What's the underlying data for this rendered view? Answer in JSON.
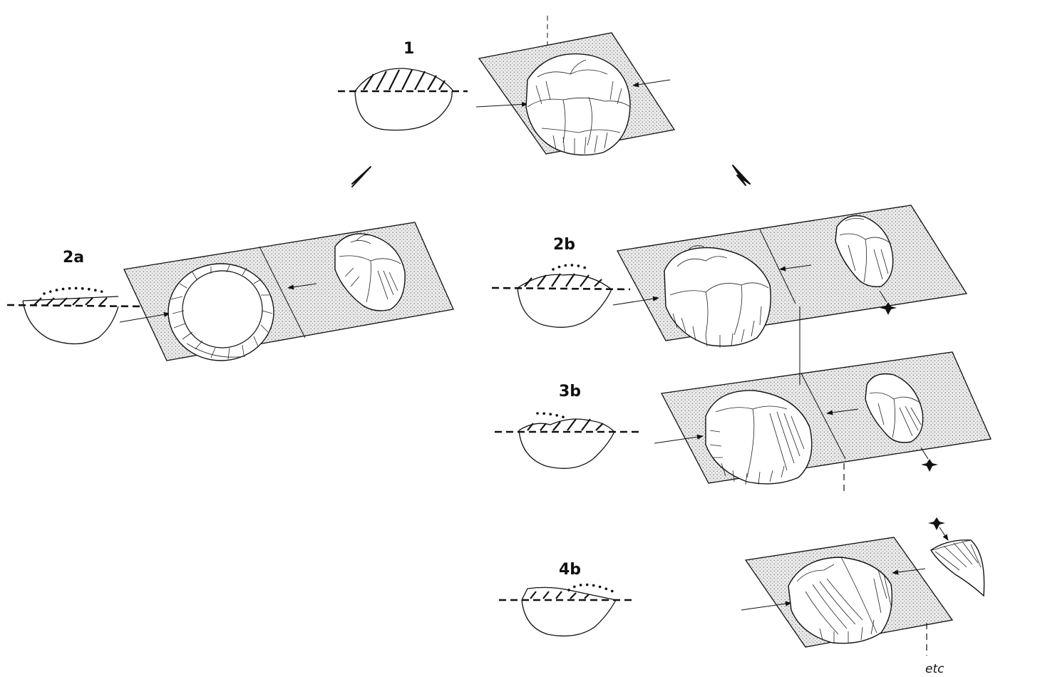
{
  "figure": {
    "stage_labels": {
      "s1": "1",
      "s2a": "2a",
      "s2b": "2b",
      "s3b": "3b",
      "s4b": "4b"
    },
    "continuation_label": "etc"
  }
}
